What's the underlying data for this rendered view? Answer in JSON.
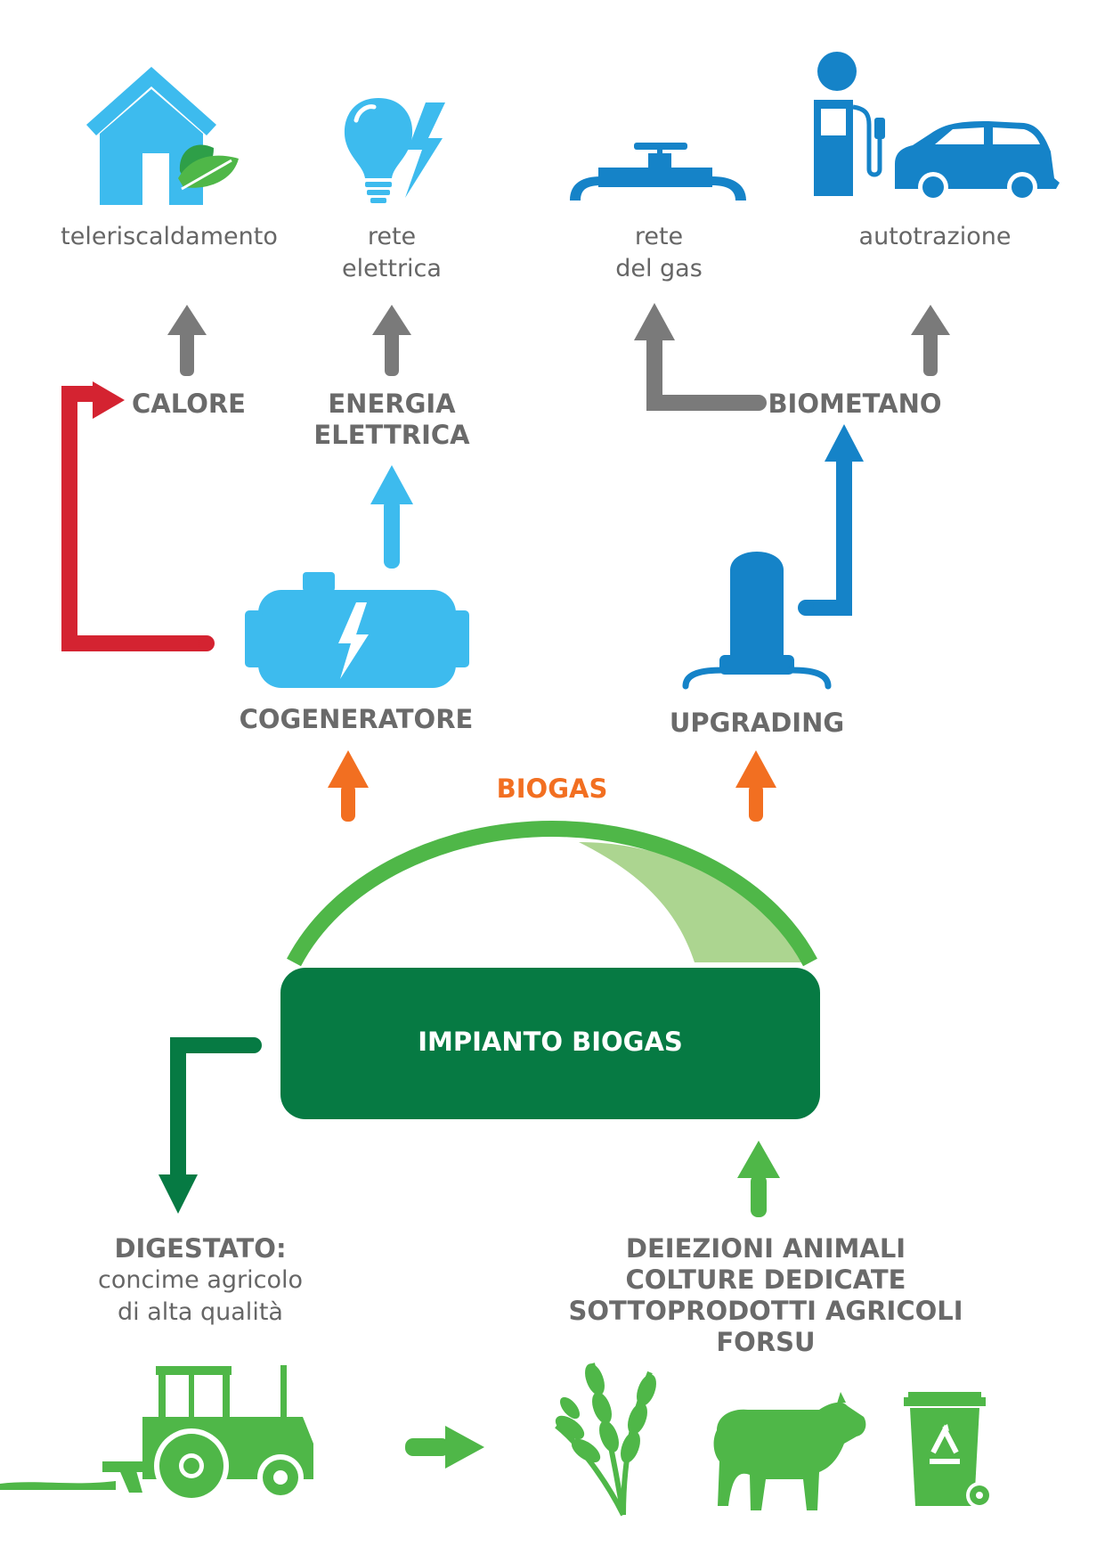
{
  "colors": {
    "light_blue": "#3dbbee",
    "mid_blue": "#1583c8",
    "grey": "#7a7a7a",
    "red": "#d42331",
    "orange": "#f26f21",
    "green": "#4fb748",
    "light_green": "#acd590",
    "dark_green": "#067a43",
    "text": "#666666"
  },
  "icons": {
    "house": "house-with-leaves-icon",
    "bulb": "lightbulb-bolt-icon",
    "pipe": "gas-pipe-valve-icon",
    "pump": "fuel-pump-icon",
    "car": "car-icon",
    "cogen": "cogenerator-tank-bolt-icon",
    "upgrading": "upgrading-column-icon",
    "tractor": "tractor-icon",
    "wheat": "wheat-icon",
    "cow": "cow-icon",
    "bin": "recycle-bin-icon"
  },
  "top_labels": {
    "teleriscaldamento": [
      "teleriscaldamento"
    ],
    "rete_elettrica": [
      "rete",
      "elettrica"
    ],
    "rete_gas": [
      "rete",
      "del gas"
    ],
    "autotrazione": [
      "autotrazione"
    ]
  },
  "mid_labels": {
    "calore": "CALORE",
    "energia": [
      "ENERGIA",
      "ELETTRICA"
    ],
    "biometano": "BIOMETANO",
    "cogeneratore": "COGENERATORE",
    "upgrading": "UPGRADING",
    "biogas": "BIOGAS"
  },
  "plant": {
    "label": "IMPIANTO BIOGAS"
  },
  "digestato": {
    "title": "DIGESTATO:",
    "lines": [
      "concime agricolo",
      "di alta qualità"
    ]
  },
  "inputs": [
    "DEIEZIONI ANIMALI",
    "COLTURE DEDICATE",
    "SOTTOPRODOTTI AGRICOLI",
    "FORSU"
  ]
}
